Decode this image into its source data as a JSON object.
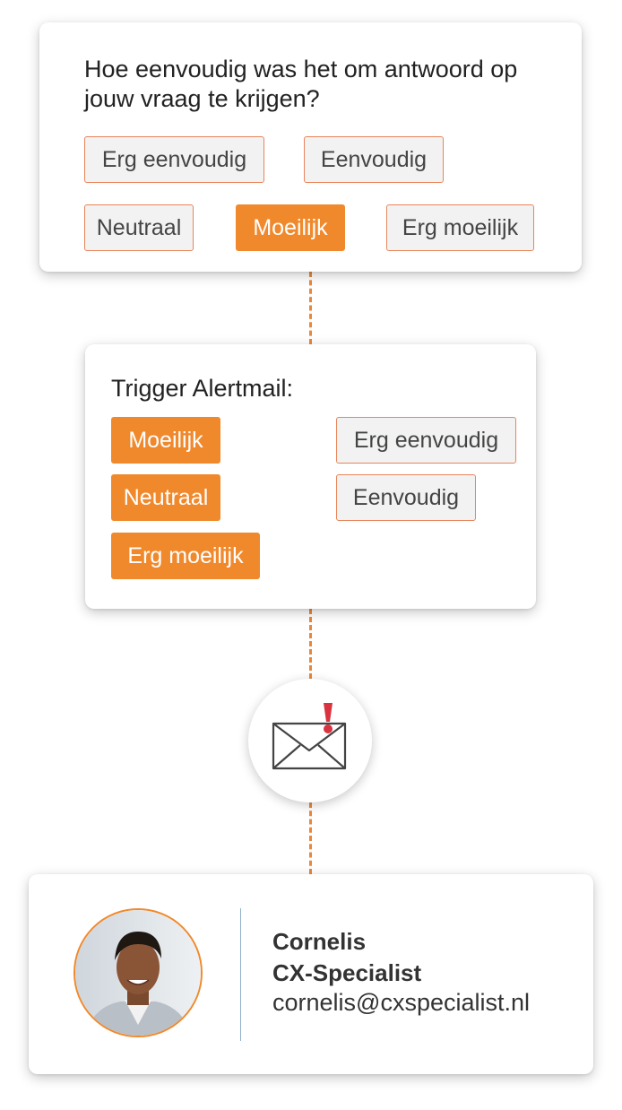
{
  "survey": {
    "question": "Hoe eenvoudig was het om antwoord op jouw vraag te krijgen?",
    "options": [
      "Erg eenvoudig",
      "Eenvoudig",
      "Neutraal",
      "Moeilijk",
      "Erg moeilijk"
    ],
    "selected": "Moeilijk"
  },
  "trigger": {
    "title": "Trigger Alertmail:",
    "active": [
      "Moeilijk",
      "Neutraal",
      "Erg moeilijk"
    ],
    "inactive": [
      "Erg eenvoudig",
      "Eenvoudig"
    ]
  },
  "alert": {
    "icon": "mail-alert-icon"
  },
  "contact": {
    "name": "Cornelis",
    "role": "CX-Specialist",
    "email": "cornelis@cxspecialist.nl"
  },
  "colors": {
    "accent": "#f0892c",
    "option_border": "#e8855a",
    "option_bg": "#f2f2f2",
    "alert_red": "#d9333f"
  }
}
